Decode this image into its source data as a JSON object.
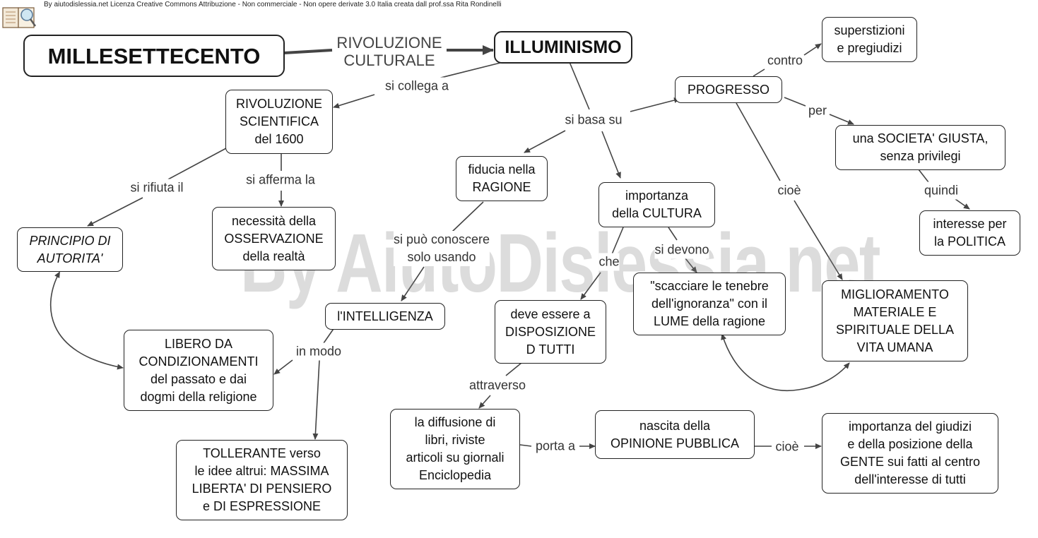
{
  "header": {
    "credit": "By aiutodislessia.net Licenza Creative Commons Attribuzione - Non commerciale - Non opere derivate 3.0 Italia creata dall prof.ssa Rita Rondinelli",
    "watermark": "By AiutoDislessia.net",
    "logo_icon": "book-magnifier-icon"
  },
  "nodes": {
    "millesettecento": "MILLESETTECENTO",
    "illuminismo": "ILLUMINISMO",
    "rivoluzione_scientifica": "RIVOLUZIONE\nSCIENTIFICA\ndel 1600",
    "principio_autorita": "PRINCIPIO DI\nAUTORITA'",
    "osservazione": "necessità della\nOSSERVAZIONE\ndella realtà",
    "libero": "LIBERO DA\nCONDIZIONAMENTI\ndel passato e dai\ndogmi della religione",
    "fiducia_ragione": "fiducia nella\nRAGIONE",
    "intelligenza": "l'INTELLIGENZA",
    "tollerante": "TOLLERANTE verso\nle idee altrui: MASSIMA\nLIBERTA' DI PENSIERO\ne DI ESPRESSIONE",
    "cultura": "importanza\ndella CULTURA",
    "disposizione": "deve essere a\nDISPOSIZIONE\nD TUTTI",
    "tenebre": "\"scacciare le tenebre\ndell'ignoranza\" con il\nLUME della ragione",
    "diffusione": "la diffusione di\nlibri, riviste\narticoli su giornali\nEnciclopedia",
    "opinione": "nascita della\nOPINIONE PUBBLICA",
    "giudizi": "importanza del giudizi\ne della posizione della\nGENTE sui fatti al centro\ndell'interesse di tutti",
    "progresso": "PROGRESSO",
    "superstizioni": "superstizioni\ne pregiudizi",
    "societa": "una SOCIETA' GIUSTA,\nsenza privilegi",
    "politica": "interesse per\nla POLITICA",
    "miglioramento": "MIGLIORAMENTO\nMATERIALE E\nSPIRITUALE DELLA\nVITA UMANA"
  },
  "labels": {
    "rivoluzione_culturale": "RIVOLUZIONE\nCULTURALE",
    "si_collega_a": "si collega a",
    "si_rifiuta_il": "si rifiuta il",
    "si_afferma_la": "si afferma la",
    "si_basa_su": "si basa su",
    "si_puo_conoscere": "si può conoscere\nsolo usando",
    "in_modo": "in modo",
    "che": "che",
    "si_devono": "si devono",
    "attraverso": "attraverso",
    "porta_a": "porta a",
    "cioe_opinione": "cioè",
    "contro": "contro",
    "per": "per",
    "quindi": "quindi",
    "cioe_progresso": "cioè"
  },
  "colors": {
    "line": "#444444",
    "border": "#222222",
    "watermark": "#828282"
  }
}
